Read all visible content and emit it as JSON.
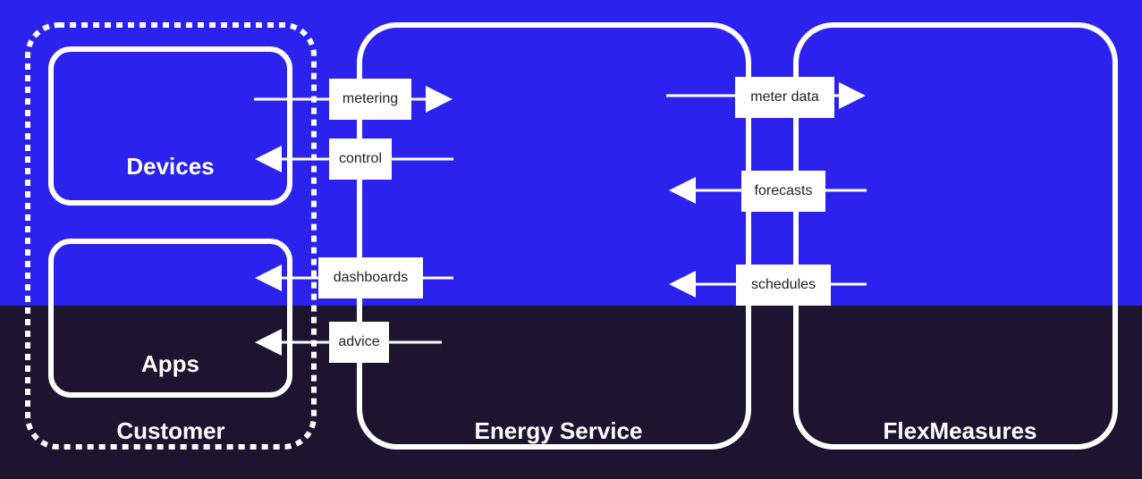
{
  "colors": {
    "top_background": "#2c22ee",
    "bottom_background": "#1d1430",
    "stroke": "#ffffff",
    "label_box": "#ffffff",
    "label_text": "#222222"
  },
  "nodes": {
    "customer": "Customer",
    "devices": "Devices",
    "apps": "Apps",
    "energy_service": "Energy Service",
    "flexmeasures": "FlexMeasures"
  },
  "edges": {
    "metering": "metering",
    "control": "control",
    "dashboards": "dashboards",
    "advice": "advice",
    "meter_data": "meter data",
    "forecasts": "forecasts",
    "schedules": "schedules"
  },
  "icons": {
    "arrow_head": "arrow-right-icon"
  }
}
